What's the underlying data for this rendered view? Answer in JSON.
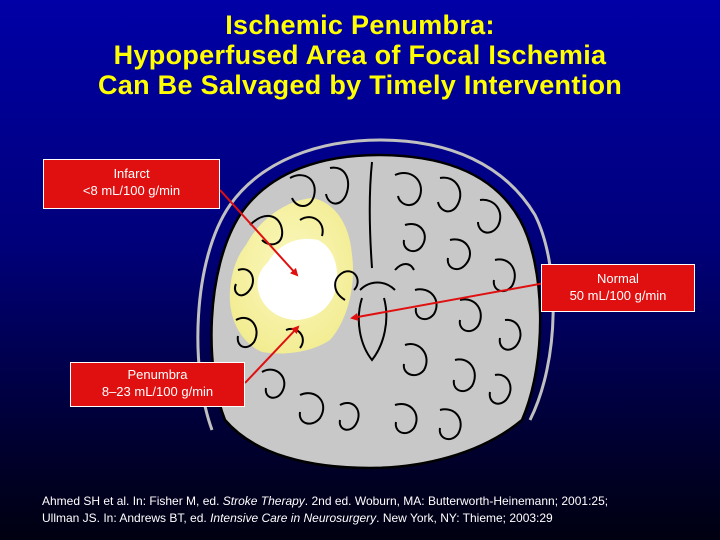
{
  "title": {
    "line1": "Ischemic Penumbra:",
    "line2": "Hypoperfused Area of Focal Ischemia",
    "line3": "Can Be Salvaged by Timely Intervention"
  },
  "labels": {
    "infarct": {
      "name": "Infarct",
      "value": "<8 mL/100 g/min"
    },
    "normal": {
      "name": "Normal",
      "value": "50 mL/100 g/min"
    },
    "penumbra": {
      "name": "Penumbra",
      "value": "8–23 mL/100 g/min"
    }
  },
  "colors": {
    "label_bg": "#e01010",
    "title": "#ffff00",
    "brain": "#c8c8c8",
    "penumbra": "#f6f2a0",
    "infarct": "#ffffff",
    "arrow": "#e01010"
  },
  "citations": {
    "line1": {
      "pre": "Ahmed SH et al. In: Fisher M, ed.",
      "italic": "Stroke Therapy",
      "post": ". 2nd ed. Woburn, MA: Butterworth-Heinemann; 2001:25;"
    },
    "line2": {
      "pre": "Ullman JS. In: Andrews BT, ed.",
      "italic": "Intensive Care in Neurosurgery",
      "post": ". New York, NY: Thieme; 2003:29"
    }
  }
}
